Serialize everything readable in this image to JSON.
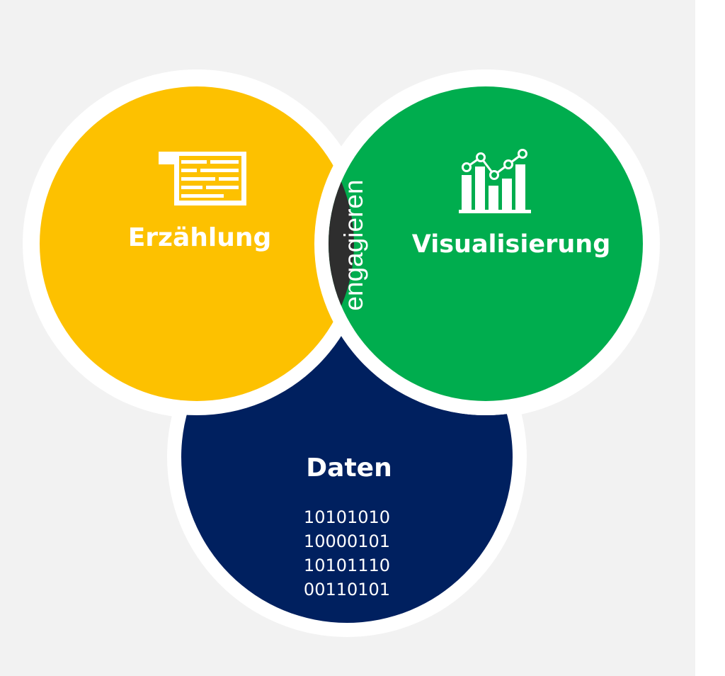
{
  "colors": {
    "background": "#f2f2f2",
    "narrative": "#fdc100",
    "visualization": "#00ad4e",
    "data": "#00205f",
    "engage": "#2e2e2e",
    "outline": "#ffffff"
  },
  "diagram": {
    "narrative": {
      "label": "Erzählung",
      "icon": "speech-bubble-text-icon"
    },
    "visualization": {
      "label": "Visualisierung",
      "icon": "bar-line-chart-icon"
    },
    "engage": {
      "label": "engagieren"
    },
    "data": {
      "label": "Daten",
      "binary": [
        "10101010",
        "10000101",
        "10101110",
        "00110101"
      ]
    }
  }
}
